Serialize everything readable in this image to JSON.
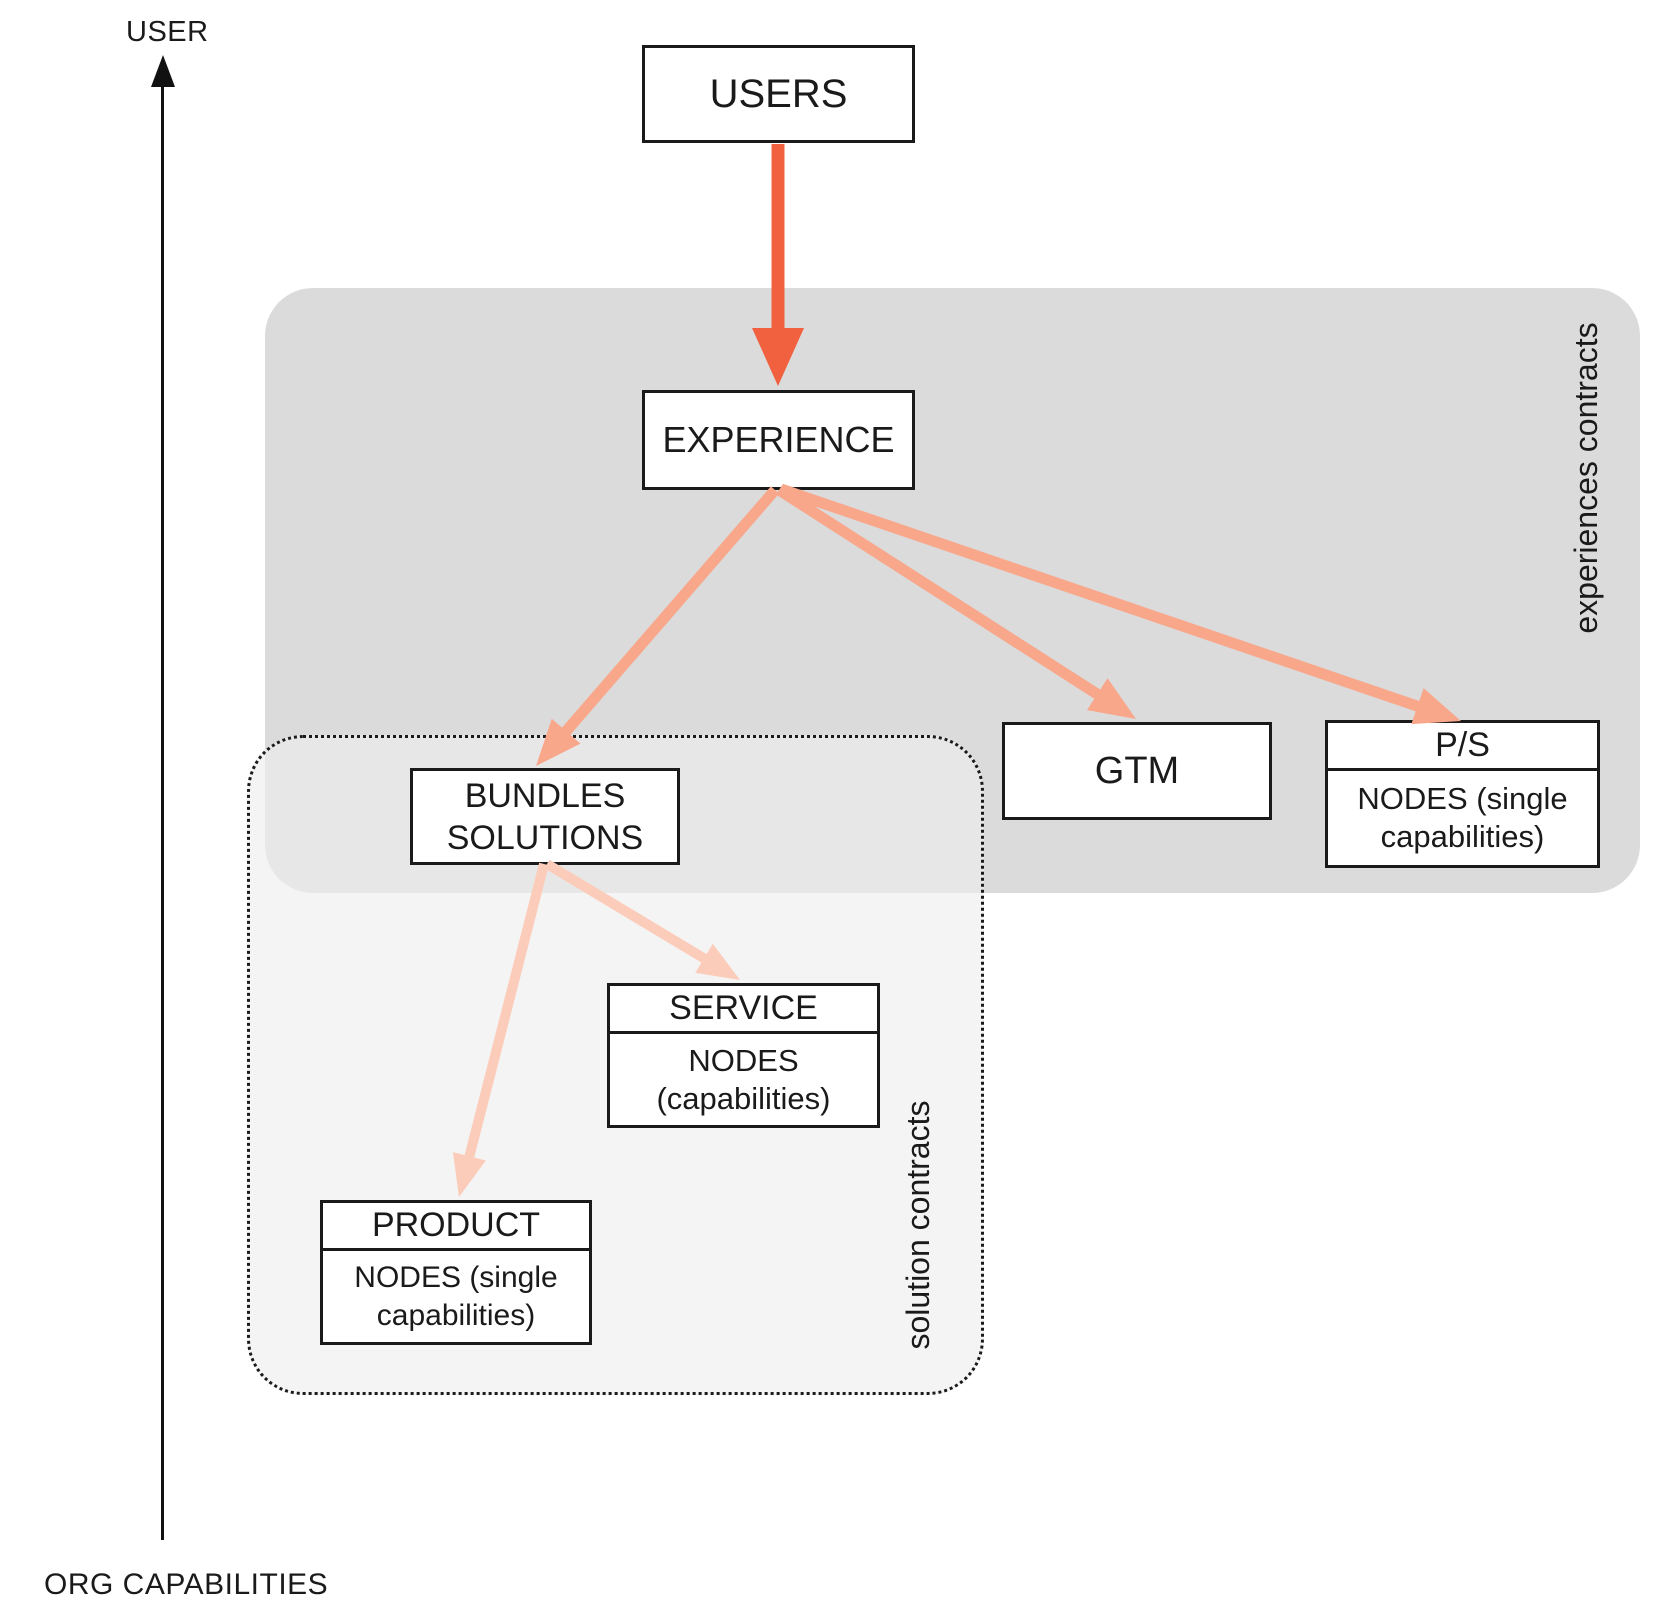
{
  "diagram": {
    "axis": {
      "top_label": "USER",
      "bottom_label": "ORG CAPABILITIES"
    },
    "groups": {
      "experiences": {
        "label": "experiences contracts"
      },
      "solutions": {
        "label": "solution contracts"
      }
    },
    "nodes": {
      "users": {
        "label": "USERS"
      },
      "experience": {
        "label": "EXPERIENCE"
      },
      "bundles": {
        "label": "BUNDLES SOLUTIONS"
      },
      "gtm": {
        "label": "GTM"
      },
      "ps": {
        "title": "P/S",
        "body": "NODES (single capabilities)"
      },
      "service": {
        "title": "SERVICE",
        "body": "NODES (capabilities)"
      },
      "product": {
        "title": "PRODUCT",
        "body": "NODES (single capabilities)"
      }
    },
    "colors": {
      "strong_arrow": "#f1603f",
      "medium_arrow": "#f8a78b",
      "light_arrow": "#fbccba",
      "group_fill": "#dbdbdb",
      "box_border": "#1a1a1a"
    },
    "arrows": [
      {
        "name": "users-to-experience",
        "from": [
          778,
          144
        ],
        "to": [
          778,
          386
        ],
        "color": "strong_arrow",
        "shaft": 13,
        "head_len": 58,
        "head_w": 52
      },
      {
        "name": "experience-to-bundles",
        "from": [
          775,
          490
        ],
        "to": [
          536,
          766
        ],
        "color": "medium_arrow",
        "shaft": 11,
        "head_len": 46,
        "head_w": 38
      },
      {
        "name": "experience-to-gtm",
        "from": [
          779,
          490
        ],
        "to": [
          1136,
          719
        ],
        "color": "medium_arrow",
        "shaft": 11,
        "head_len": 46,
        "head_w": 38
      },
      {
        "name": "experience-to-ps",
        "from": [
          781,
          489
        ],
        "to": [
          1461,
          721
        ],
        "color": "medium_arrow",
        "shaft": 11,
        "head_len": 46,
        "head_w": 38
      },
      {
        "name": "bundles-to-service",
        "from": [
          547,
          864
        ],
        "to": [
          740,
          980
        ],
        "color": "light_arrow",
        "shaft": 10,
        "head_len": 42,
        "head_w": 34
      },
      {
        "name": "bundles-to-product",
        "from": [
          544,
          864
        ],
        "to": [
          459,
          1197
        ],
        "color": "light_arrow",
        "shaft": 10,
        "head_len": 42,
        "head_w": 34
      }
    ]
  }
}
